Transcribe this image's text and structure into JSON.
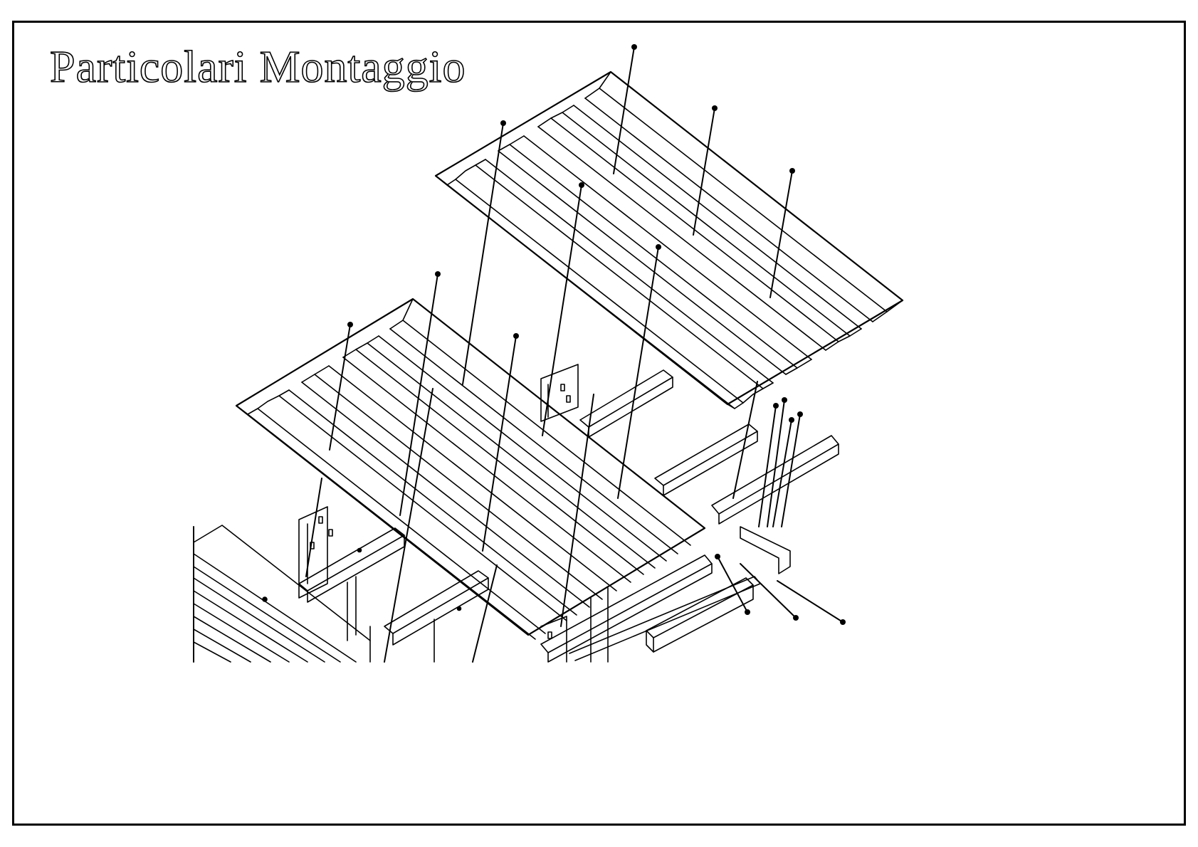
{
  "sheet": {
    "title": "Particolari Montaggio",
    "line_color": "#000000",
    "paper_color": "#ffffff"
  },
  "drawing": {
    "subject": "exploded isometric assembly of corrugated roof sheeting on steel purlins",
    "upper_sheet_ribs": 5,
    "lower_sheet_ribs": 5,
    "leader_count": 18
  }
}
